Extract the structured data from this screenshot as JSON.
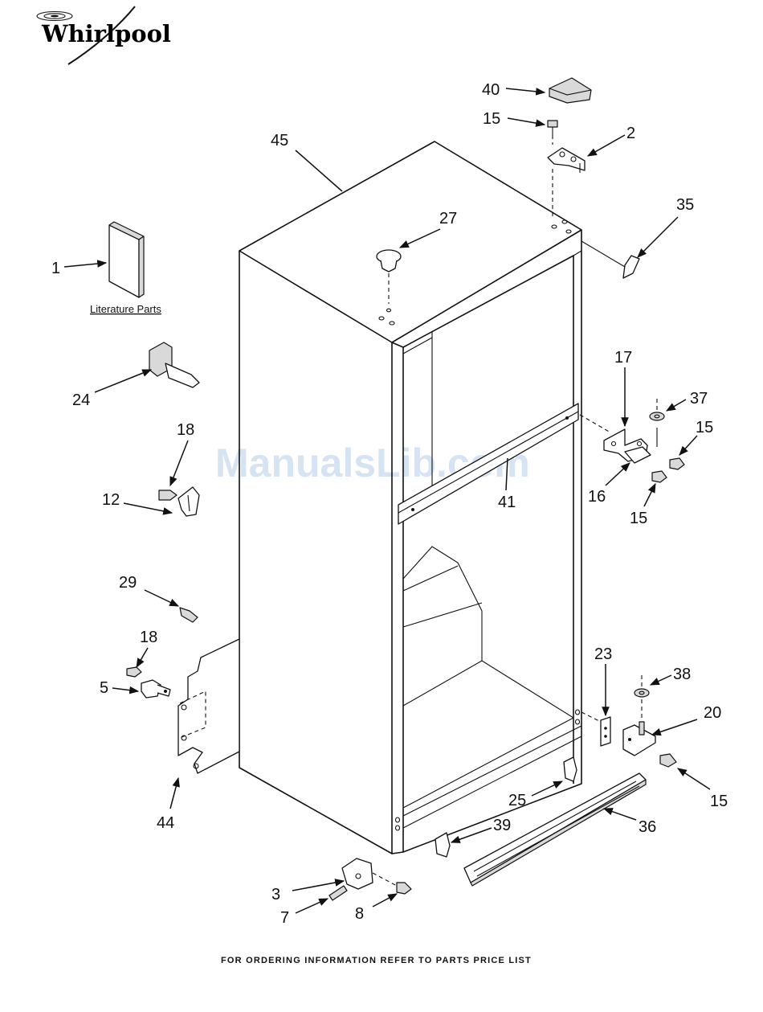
{
  "brand": {
    "logo_text": "Whirlpool"
  },
  "watermark": "ManualsLib.com",
  "literature_label": "Literature Parts",
  "footer": "FOR ORDERING INFORMATION REFER TO PARTS PRICE LIST",
  "callouts": [
    {
      "id": "c1",
      "label": "1"
    },
    {
      "id": "c2",
      "label": "2"
    },
    {
      "id": "c3",
      "label": "3"
    },
    {
      "id": "c5",
      "label": "5"
    },
    {
      "id": "c7",
      "label": "7"
    },
    {
      "id": "c8",
      "label": "8"
    },
    {
      "id": "c12",
      "label": "12"
    },
    {
      "id": "c15a",
      "label": "15"
    },
    {
      "id": "c15b",
      "label": "15"
    },
    {
      "id": "c15c",
      "label": "15"
    },
    {
      "id": "c15d",
      "label": "15"
    },
    {
      "id": "c16",
      "label": "16"
    },
    {
      "id": "c17",
      "label": "17"
    },
    {
      "id": "c18a",
      "label": "18"
    },
    {
      "id": "c18b",
      "label": "18"
    },
    {
      "id": "c20",
      "label": "20"
    },
    {
      "id": "c23",
      "label": "23"
    },
    {
      "id": "c24",
      "label": "24"
    },
    {
      "id": "c25",
      "label": "25"
    },
    {
      "id": "c27",
      "label": "27"
    },
    {
      "id": "c29",
      "label": "29"
    },
    {
      "id": "c35",
      "label": "35"
    },
    {
      "id": "c36",
      "label": "36"
    },
    {
      "id": "c37",
      "label": "37"
    },
    {
      "id": "c38",
      "label": "38"
    },
    {
      "id": "c39",
      "label": "39"
    },
    {
      "id": "c40",
      "label": "40"
    },
    {
      "id": "c41",
      "label": "41"
    },
    {
      "id": "c44",
      "label": "44"
    },
    {
      "id": "c45",
      "label": "45"
    }
  ]
}
